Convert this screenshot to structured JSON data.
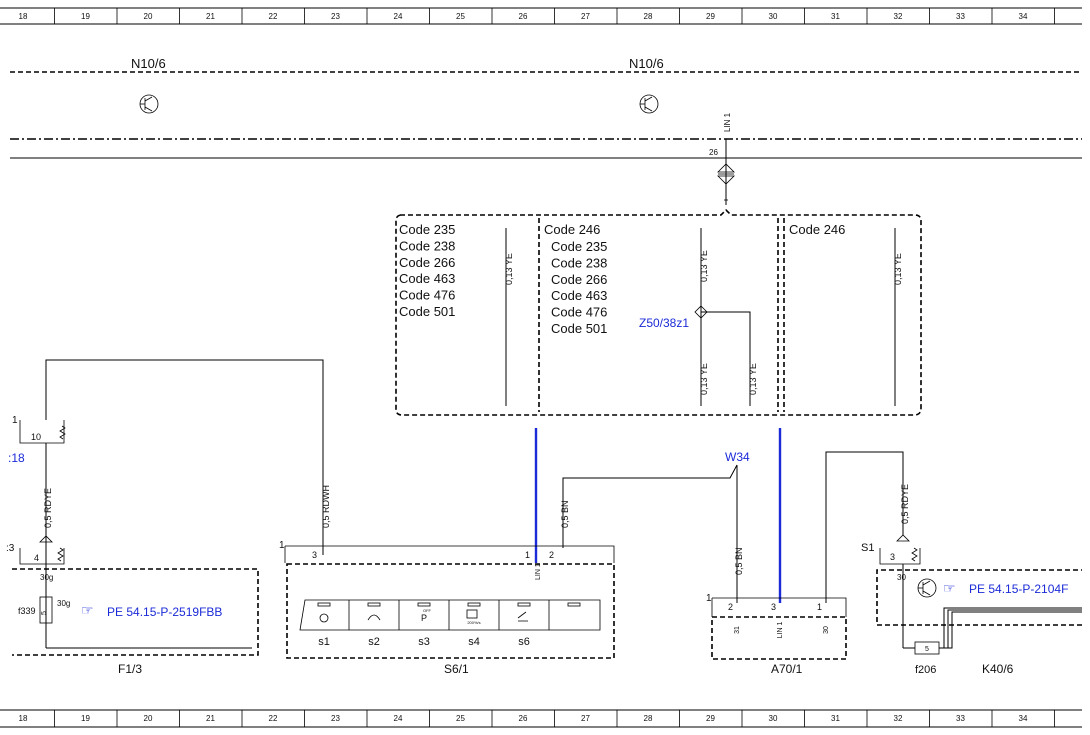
{
  "ruler": {
    "top": [
      "18",
      "19",
      "20",
      "21",
      "22",
      "23",
      "24",
      "25",
      "26",
      "27",
      "28",
      "29",
      "30",
      "31",
      "32",
      "33",
      "34"
    ],
    "bottom": [
      "18",
      "19",
      "20",
      "21",
      "22",
      "23",
      "24",
      "25",
      "26",
      "27",
      "28",
      "29",
      "30",
      "31",
      "32",
      "33",
      "34"
    ]
  },
  "modules": {
    "n10_left": "N10/6",
    "n10_right": "N10/6"
  },
  "connector_top": {
    "lin": "LIN 1",
    "pin": "26"
  },
  "code_boxes": {
    "left": [
      "Code 235",
      "Code 238",
      "Code 266",
      "Code 463",
      "Code 476",
      "Code 501"
    ],
    "middle_header": "Code 246",
    "middle": [
      "Code 235",
      "Code 238",
      "Code 266",
      "Code 463",
      "Code 476",
      "Code 501"
    ],
    "right": "Code 246"
  },
  "wire_labels": {
    "ye_left": "0,13 YE",
    "ye_mid_top": "0,13 YE",
    "ye_mid_bottom_a": "0,13 YE",
    "ye_mid_bottom_b": "0,13 YE",
    "ye_right": "0,13 YE",
    "rdye_left": "0,5 RDYE",
    "rdwh": "0,5 RDWH",
    "bn_s6": "0,5 BN",
    "bn_a70": "0,5 BN",
    "rdye_right": "0,5 RDYE"
  },
  "splice": "Z50/38z1",
  "w34": "W34",
  "f1_3": {
    "label": "F1/3",
    "pin_top": "10",
    "side_num": "1",
    "ref_left": ":18",
    "pin_low": "4",
    "side_num2": ":3",
    "term": "30g",
    "term2": "30g",
    "fuse_name": "f339",
    "fuse_val": "5",
    "ref": "PE 54.15-P-2519FBB"
  },
  "s6_1": {
    "label": "S6/1",
    "corner": "1",
    "pin3": "3",
    "pin1": "1",
    "pin2": "2",
    "pin1_lin": "LIN 1",
    "buttons": [
      "s1",
      "s2",
      "s3",
      "s4",
      "s6"
    ],
    "icon3_text": "OFF",
    "icon4_text": "200%/s"
  },
  "a70_1": {
    "label": "A70/1",
    "corner": "1",
    "pins": [
      "2",
      "3",
      "1"
    ],
    "sub": [
      "31",
      "LIN 1",
      "30"
    ]
  },
  "k40_6": {
    "label": "K40/6",
    "s1": "S1",
    "pin": "3",
    "term": "30",
    "fuse_name": "f206",
    "fuse_val": "5",
    "ref": "PE 54.15-P-2104F"
  },
  "colors": {
    "blue": "#1c2bd8",
    "line": "#000000"
  }
}
